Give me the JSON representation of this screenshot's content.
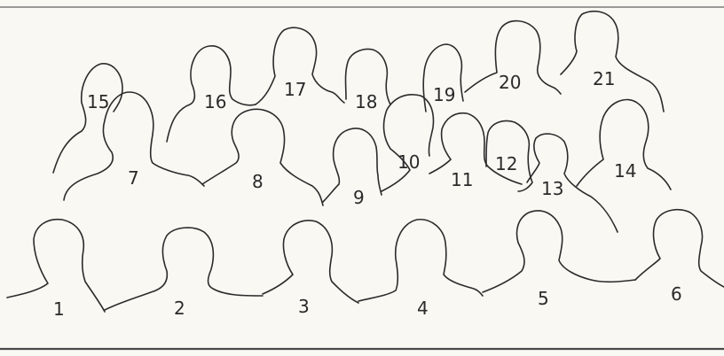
{
  "figure_labels": [
    "1",
    "2",
    "3",
    "4",
    "5",
    "6",
    "7",
    "8",
    "9",
    "10",
    "11",
    "12",
    "13",
    "14",
    "15",
    "16",
    "17",
    "18",
    "19",
    "20",
    "21"
  ]
}
